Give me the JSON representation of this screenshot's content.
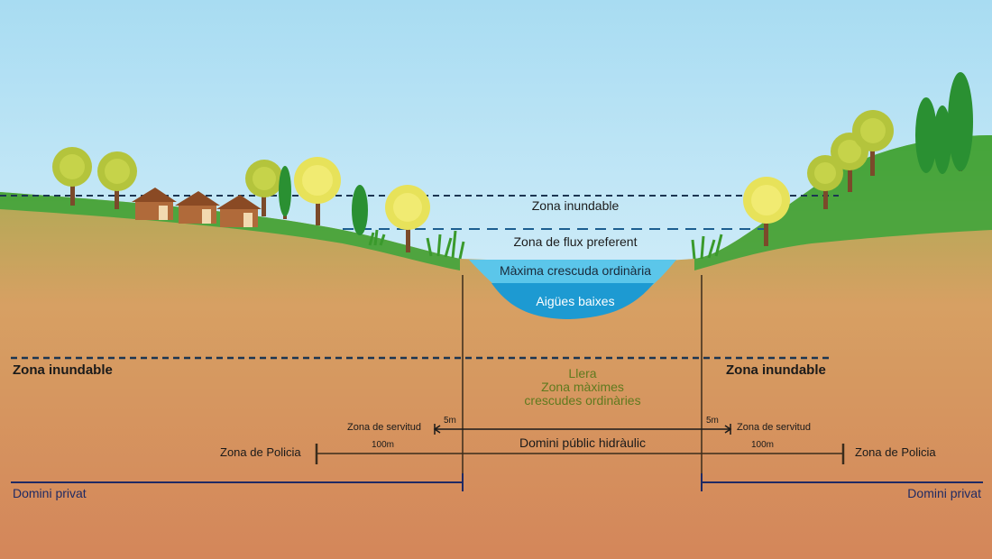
{
  "labels": {
    "zona_inundable_top": "Zona inundable",
    "zona_flux_preferent": "Zona de flux preferent",
    "maxima_crescuda": "Màxima crescuda ordinària",
    "aigues_baixes": "Aigües baixes",
    "zona_inundable_left": "Zona inundable",
    "zona_inundable_right": "Zona inundable",
    "llera_lines": [
      "Llera",
      "Zona màximes",
      "crescudes ordinàries"
    ],
    "zona_servitud_left": "Zona de servitud",
    "zona_servitud_right": "Zona de servitud",
    "servitud_width_left": "5m",
    "servitud_width_right": "5m",
    "domini_public": "Domini públic hidràulic",
    "zona_policia_left": "Zona de Policia",
    "zona_policia_right": "Zona de Policia",
    "policia_width_left": "100m",
    "policia_width_right": "100m",
    "domini_privat_left": "Domini privat",
    "domini_privat_right": "Domini privat"
  },
  "colors": {
    "sky_top": "#a8dcf2",
    "sky_bottom": "#f4fbfe",
    "grass": "#3aa43a",
    "soil_top": "#8da745",
    "soil_mid": "#d7a063",
    "soil_bottom": "#d4865a",
    "flood_water": "#5bc6ea",
    "low_water": "#1d9ad2",
    "navy_line": "#1f2a63",
    "llera_green": "#5f7a1f",
    "dash": "#1c3552"
  }
}
